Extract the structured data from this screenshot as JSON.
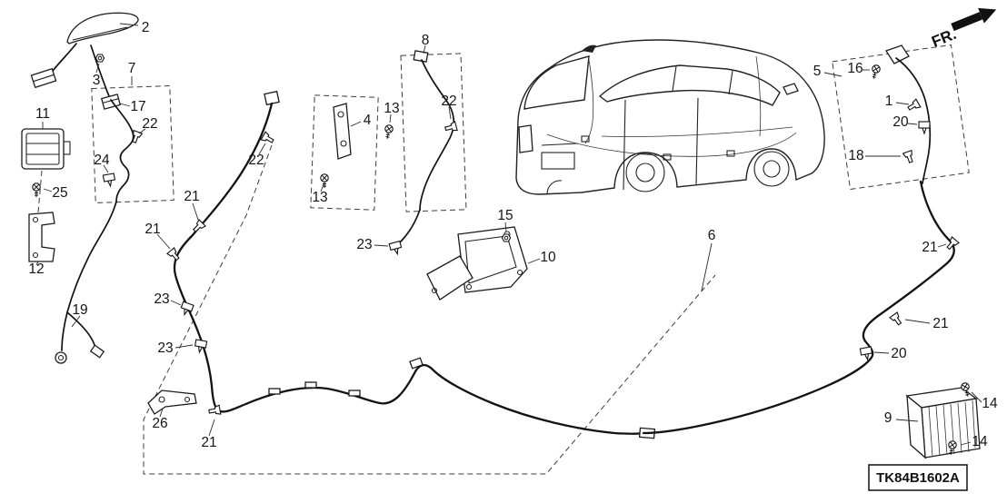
{
  "diagram": {
    "code": "TK84B1602A",
    "direction_label": "FR."
  },
  "callouts": [
    {
      "num": "2"
    },
    {
      "num": "3"
    },
    {
      "num": "7"
    },
    {
      "num": "11"
    },
    {
      "num": "17"
    },
    {
      "num": "22"
    },
    {
      "num": "24"
    },
    {
      "num": "25"
    },
    {
      "num": "12"
    },
    {
      "num": "19"
    },
    {
      "num": "21"
    },
    {
      "num": "21"
    },
    {
      "num": "23"
    },
    {
      "num": "23"
    },
    {
      "num": "26"
    },
    {
      "num": "21"
    },
    {
      "num": "22"
    },
    {
      "num": "4"
    },
    {
      "num": "13"
    },
    {
      "num": "13"
    },
    {
      "num": "8"
    },
    {
      "num": "22"
    },
    {
      "num": "23"
    },
    {
      "num": "15"
    },
    {
      "num": "10"
    },
    {
      "num": "5"
    },
    {
      "num": "16"
    },
    {
      "num": "1"
    },
    {
      "num": "20"
    },
    {
      "num": "18"
    },
    {
      "num": "6"
    },
    {
      "num": "21"
    },
    {
      "num": "21"
    },
    {
      "num": "20"
    },
    {
      "num": "9"
    },
    {
      "num": "14"
    },
    {
      "num": "14"
    }
  ],
  "colors": {
    "line": "#1a1a1a",
    "background": "#ffffff"
  }
}
